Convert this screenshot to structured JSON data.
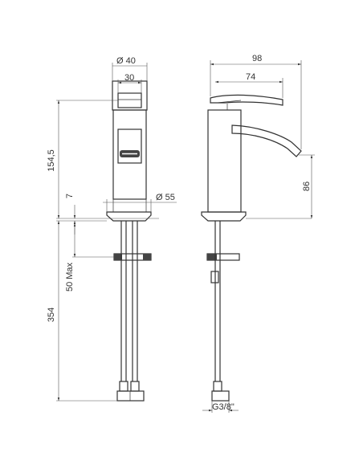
{
  "drawing": {
    "front_view": {
      "dim_diameter_top": "Ø 40",
      "dim_width_top": "30",
      "dim_height": "154,5",
      "dim_base_thickness": "7",
      "dim_diameter_base": "Ø 55",
      "dim_max_deck": "50 Max",
      "dim_hose_length": "354"
    },
    "side_view": {
      "dim_total_reach": "98",
      "dim_spout_reach": "74",
      "dim_spout_height": "86",
      "dim_thread": "G3/8\""
    }
  }
}
